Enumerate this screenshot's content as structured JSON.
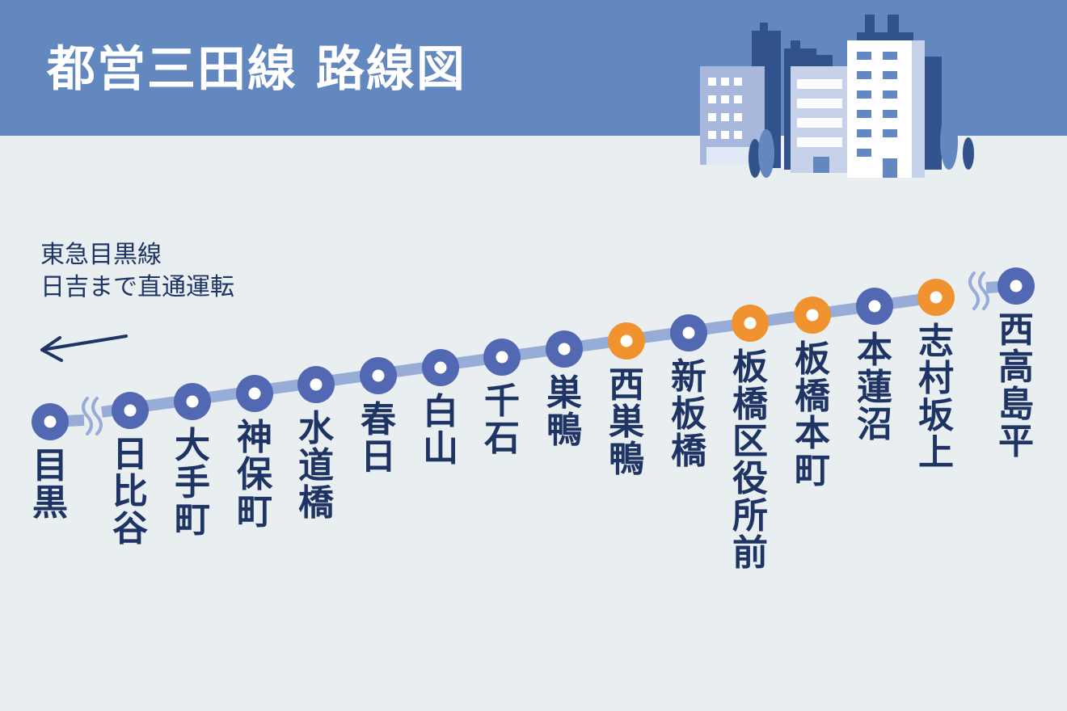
{
  "header": {
    "title": "都営三田線 路線図",
    "illustration": "city-buildings-illustration"
  },
  "colors": {
    "header_bg": "#6387bf",
    "page_bg": "#e9eef0",
    "line": "#97acd6",
    "station_blue": "#5268b3",
    "station_orange": "#f0922e",
    "text_navy": "#1e3464"
  },
  "through_service": {
    "line1": "東急目黒線",
    "line2": "日吉まで直通運転",
    "arrow_icon": "left-arrow-icon"
  },
  "legend_icons": [
    "line-break-icon"
  ],
  "stations": [
    {
      "name": "目黒",
      "marker": "blue"
    },
    {
      "name": "日比谷",
      "marker": "blue"
    },
    {
      "name": "大手町",
      "marker": "blue"
    },
    {
      "name": "神保町",
      "marker": "blue"
    },
    {
      "name": "水道橋",
      "marker": "blue"
    },
    {
      "name": "春日",
      "marker": "blue"
    },
    {
      "name": "白山",
      "marker": "blue"
    },
    {
      "name": "千石",
      "marker": "blue"
    },
    {
      "name": "巣鴨",
      "marker": "blue"
    },
    {
      "name": "西巣鴨",
      "marker": "orange"
    },
    {
      "name": "新板橋",
      "marker": "blue"
    },
    {
      "name": "板橋区役所前",
      "marker": "orange"
    },
    {
      "name": "板橋本町",
      "marker": "orange"
    },
    {
      "name": "本蓮沼",
      "marker": "blue"
    },
    {
      "name": "志村坂上",
      "marker": "orange"
    },
    {
      "name": "西高島平",
      "marker": "blue"
    }
  ]
}
